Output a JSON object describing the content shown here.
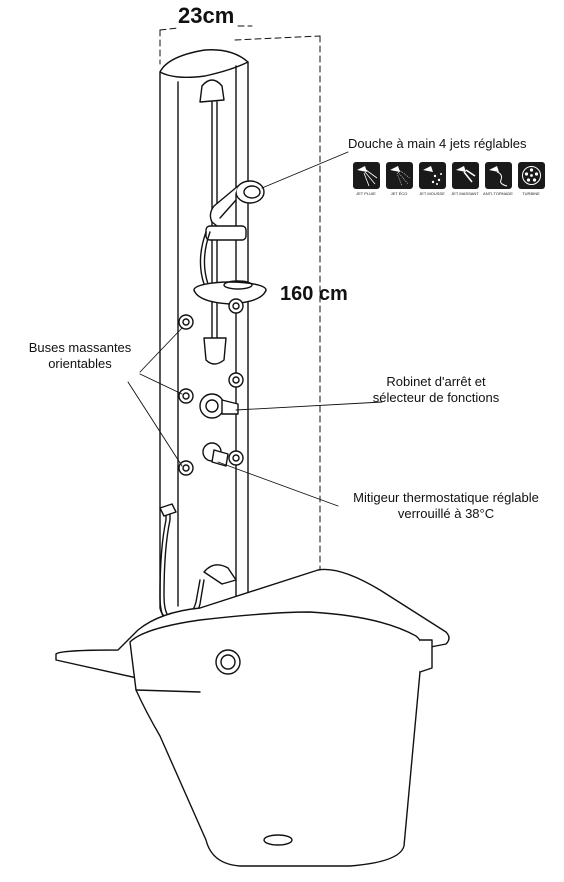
{
  "dimensions": {
    "width": "23cm",
    "height": "160 cm"
  },
  "labels": {
    "hand_shower": "Douche à main 4 jets réglables",
    "massage_jets_line1": "Buses massantes",
    "massage_jets_line2": "orientables",
    "valve_line1": "Robinet d'arrêt et",
    "valve_line2": "sélecteur de fonctions",
    "mixer_line1": "Mitigeur thermostatique réglable",
    "mixer_line2": "verrouillé à 38°C"
  },
  "jet_modes": [
    {
      "icon": "rain-jet-icon",
      "caption": "JET PLUIE"
    },
    {
      "icon": "eco-jet-icon",
      "caption": "JET ÉCO"
    },
    {
      "icon": "foam-jet-icon",
      "caption": "JET MOUSSE"
    },
    {
      "icon": "massage-jet-icon",
      "caption": "JET MASSANT"
    },
    {
      "icon": "anti-scale-jet-icon",
      "caption": "ANTI-TORNADE"
    },
    {
      "icon": "turbine-jet-icon",
      "caption": "TURBINE"
    }
  ],
  "colors": {
    "line": "#111111",
    "icon_bg": "#1a1a1a",
    "background": "#ffffff"
  }
}
